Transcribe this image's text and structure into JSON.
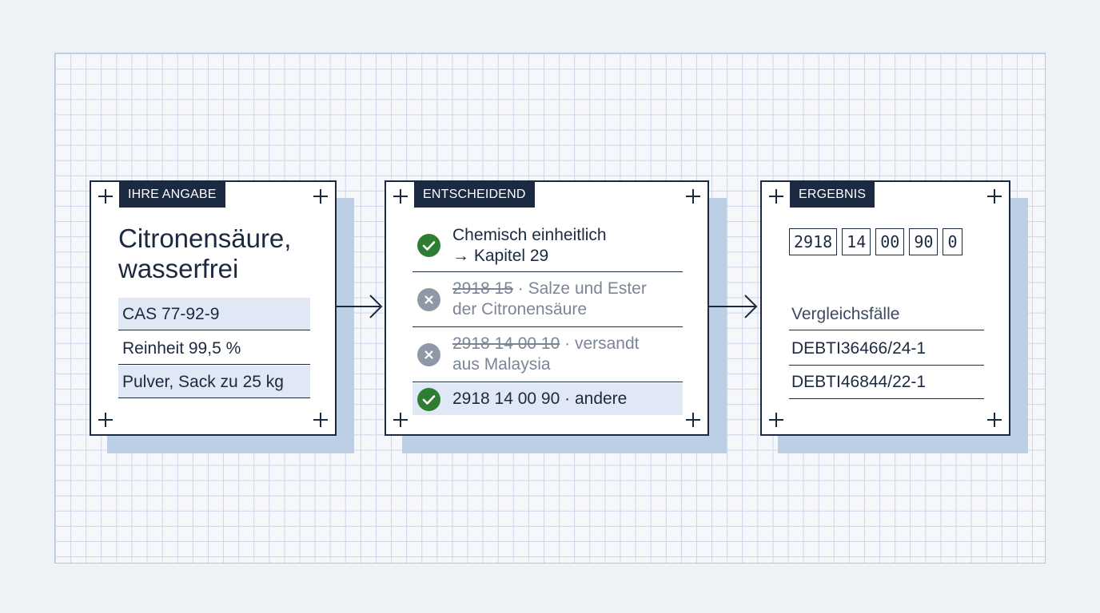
{
  "input_card": {
    "tag": "IHRE ANGABE",
    "title": "Citronensäure, wasserfrei",
    "facts": [
      "CAS 77-92-9",
      "Reinheit 99,5 %",
      "Pulver, Sack zu 25 kg"
    ]
  },
  "decision_card": {
    "tag": "ENTSCHEIDEND",
    "steps": [
      {
        "status": "check",
        "line1": "Chemisch einheitlich",
        "line2": "→ Kapitel 29"
      },
      {
        "status": "excluded",
        "code": "2918 15",
        "desc1": " · Salze und Ester",
        "desc2": "der Citronensäure"
      },
      {
        "status": "excluded",
        "code": "2918 14 00 10",
        "desc1": " · versandt",
        "desc2": "aus Malaysia"
      },
      {
        "status": "check",
        "line1": "2918 14 00 90 · andere"
      }
    ]
  },
  "result_card": {
    "tag": "ERGEBNIS",
    "code_digits": [
      "2918",
      "14",
      "00",
      "90",
      "0"
    ],
    "comparison_label": "Vergleichsfälle",
    "cases": [
      "DEBTI36466/24-1",
      "DEBTI46844/22-1"
    ]
  },
  "colors": {
    "navy": "#1b2a41",
    "check_green": "#2e7d32",
    "excluded_gray": "#8f98a6",
    "highlight": "#dfe8f4",
    "shadow": "#bccfe5"
  },
  "icons": [
    "check-circle-icon",
    "x-circle-icon",
    "arrow-right-icon",
    "corner-plus-icon"
  ]
}
